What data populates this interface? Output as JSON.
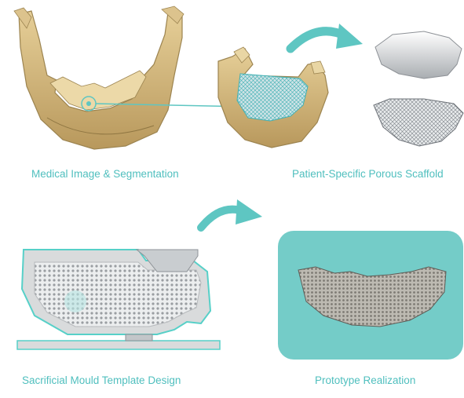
{
  "captions": {
    "medical_image": "Medical Image & Segmentation",
    "porous_scaffold": "Patient-Specific Porous Scaffold",
    "mould_template": "Sacrificial Mould Template Design",
    "prototype": "Prototype Realization"
  },
  "colors": {
    "accent": "#5ec6c2",
    "bone": "#d8c08a",
    "bone_shadow": "#9c8450",
    "mould_gray": "#d9dbdc",
    "prototype_bg": "#74ccc8",
    "caption_text": "#4fbfbe"
  },
  "icons": [
    "curved-arrow-icon",
    "target-marker-icon"
  ]
}
